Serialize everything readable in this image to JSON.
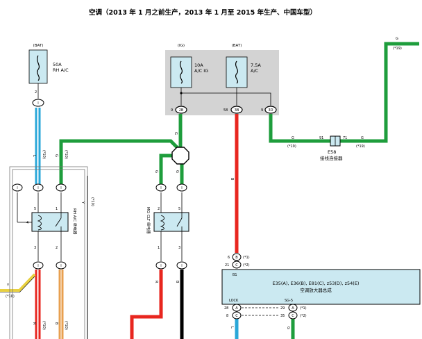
{
  "title": "空调（2013 年 1 月之前生产，2013 年 1 月至 2015 年生产、中国车型）",
  "fuse_rh": {
    "source": "(BAT)",
    "rating": "50A",
    "name": "RH A/C",
    "pin": "2",
    "conn": "I"
  },
  "fuse_ig": {
    "source": "(IG)",
    "rating": "10A",
    "name": "A/C IG"
  },
  "fuse_bat": {
    "source": "(BAT)",
    "rating": "7.5A",
    "name": "A/C"
  },
  "junction_block": {
    "pins": [
      {
        "num": "9",
        "conn": "2B"
      },
      {
        "num": "58",
        "conn": "3B"
      },
      {
        "num": "9",
        "conn": "3D"
      }
    ]
  },
  "connector_e58": {
    "id": "E58",
    "name": "接线连接器",
    "pin_left": "91",
    "pin_right": "71"
  },
  "wire_labels": {
    "g": "G",
    "b": "B",
    "l": "L",
    "y": "Y",
    "r": "R",
    "bk": "B",
    "note10": "(*10)",
    "note19": "(*19)"
  },
  "relay_rh": {
    "name": "RH A/C 继电器",
    "pins": [
      "5",
      "1",
      "3",
      "2",
      "4"
    ],
    "conn": "I"
  },
  "relay_mg": {
    "name": "MG CLT 继电器",
    "pins": [
      "2",
      "5",
      "1",
      "3"
    ],
    "conn": "I"
  },
  "amplifier": {
    "conn": "B1",
    "connectors": "E35(A), E36(B), E81(C), z53(D), z54(E)",
    "name": "空调放大器总成",
    "pin6": "6",
    "pin6_conn": "B",
    "pin6_note": "(*1)",
    "pin21": "21",
    "pin21_conn": "C",
    "pin21_note": "(*2)",
    "lock_label": "LOCK",
    "sg5_label": "SG-5",
    "rows": [
      {
        "left_pin": "28",
        "left_conn": "A",
        "right_pin": "29",
        "right_conn": "A",
        "note": "(*1)"
      },
      {
        "left_pin": "8",
        "left_conn": "C",
        "right_pin": "35",
        "right_conn": "C",
        "note": "(*2)"
      }
    ]
  }
}
